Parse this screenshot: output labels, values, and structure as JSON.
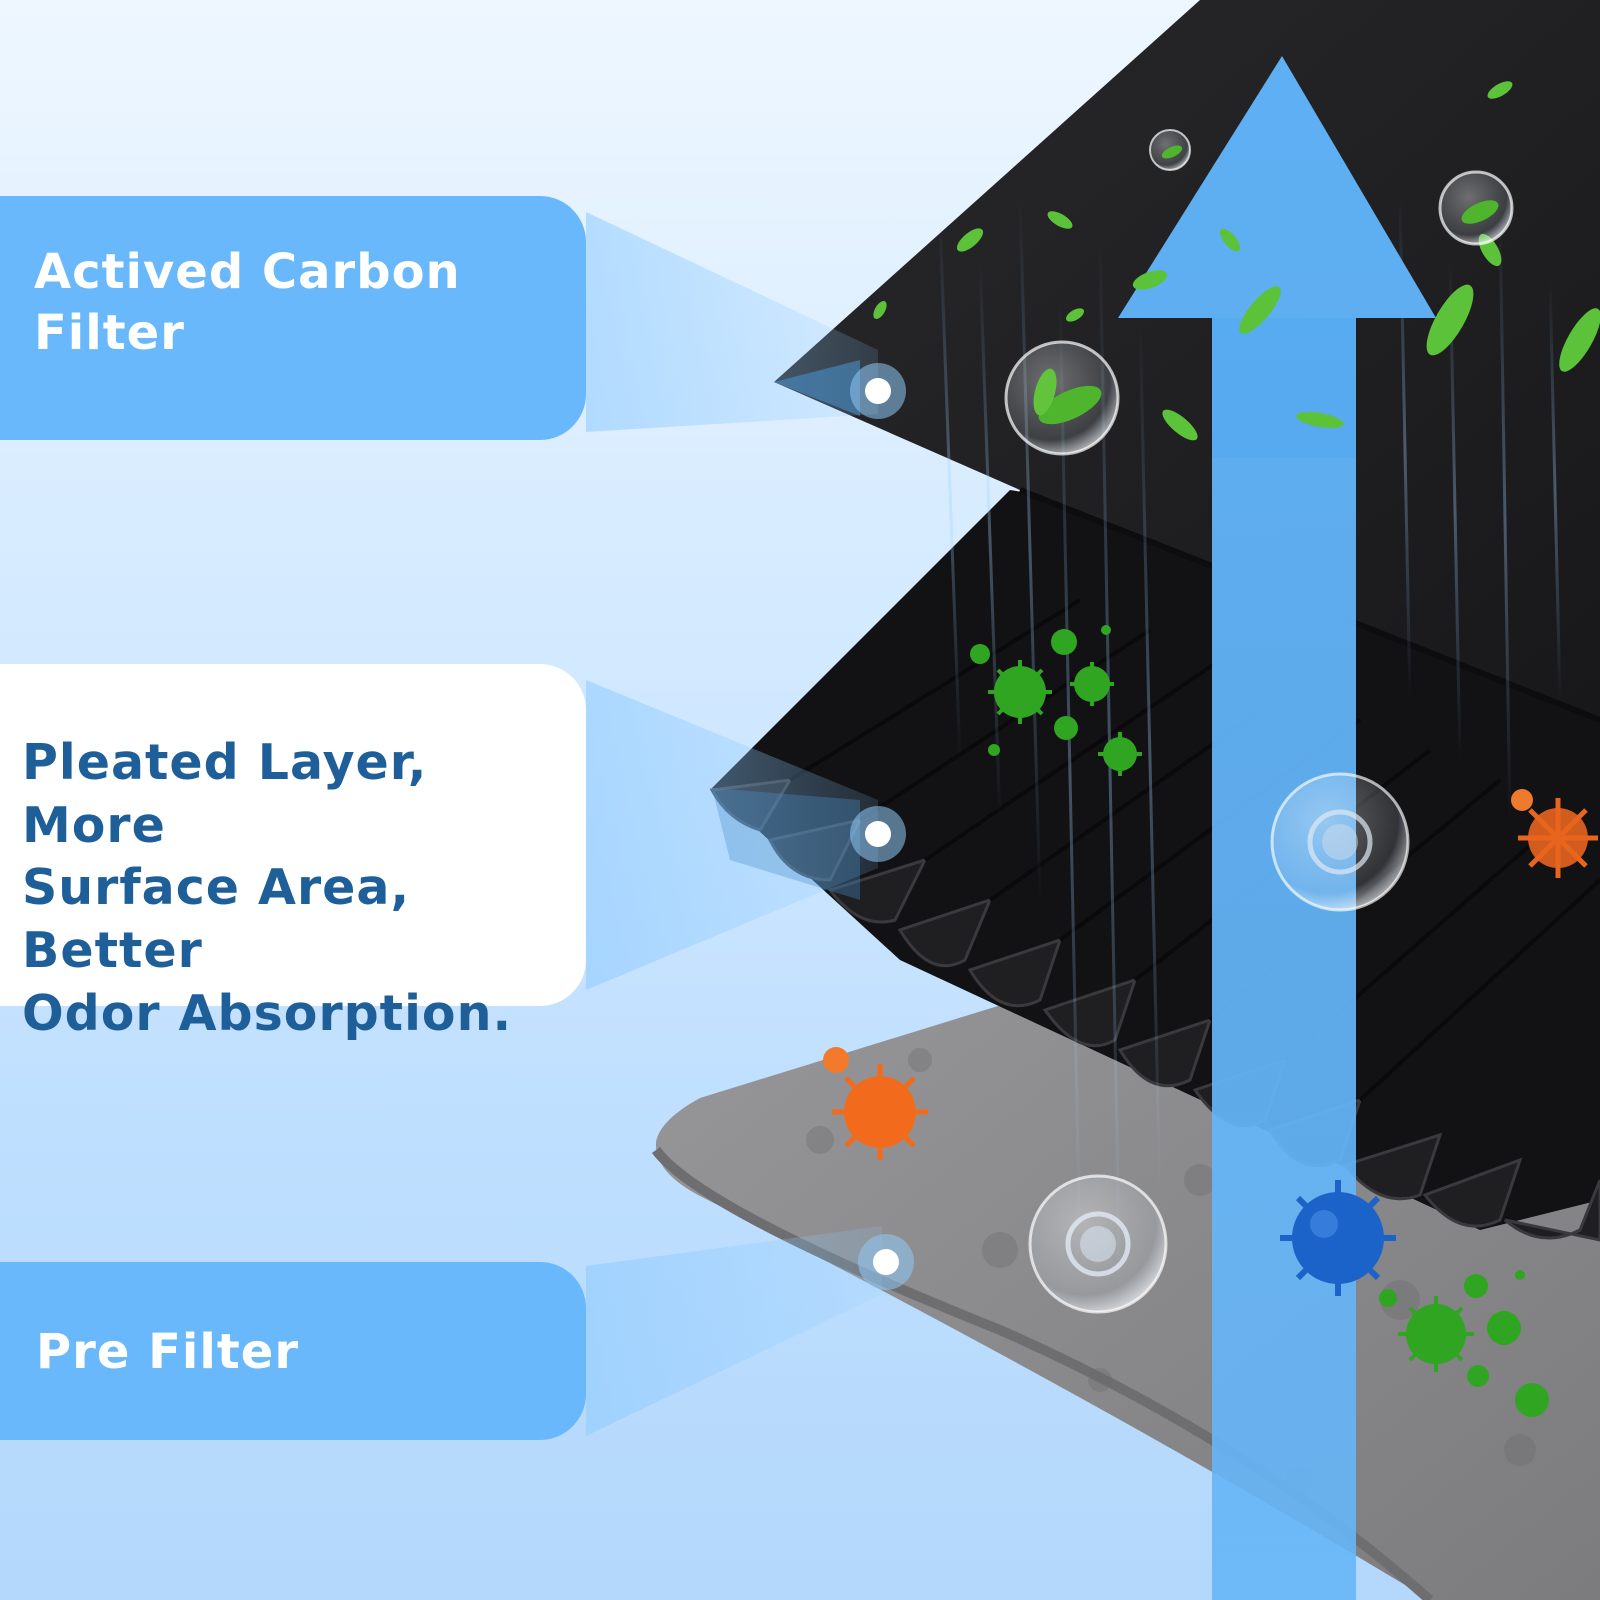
{
  "colors": {
    "callout_blue": "#68b8fb",
    "callout_white": "#ffffff",
    "text_on_blue": "#ffffff",
    "text_on_white": "#1f5f99",
    "carbon_layer": "#1e1e20",
    "pleated_layer": "#141416",
    "pre_filter": "#8d8d8f",
    "airflow_arrow": "#5db0f7",
    "bacteria_green": "#2fa521",
    "bacteria_orange": "#f26b1d",
    "bacteria_blue": "#1c63c9",
    "leaf_green": "#5cc23a"
  },
  "callouts": [
    {
      "id": "carbon",
      "label": "Actived Carbon\nFilter",
      "style": "blue"
    },
    {
      "id": "pleated",
      "label": "Pleated Layer, More\nSurface Area, Better\nOdor Absorption.",
      "style": "white"
    },
    {
      "id": "pre",
      "label": "Pre Filter",
      "style": "blue"
    }
  ],
  "icons": {
    "leaf": "leaf-icon",
    "bubble_leaf": "bubble-leaf-icon",
    "bacteria": "bacteria-icon",
    "bubble_bacteria": "bubble-bacteria-icon",
    "airflow": "airflow-arrow-icon",
    "marker": "pointer-dot-icon"
  }
}
